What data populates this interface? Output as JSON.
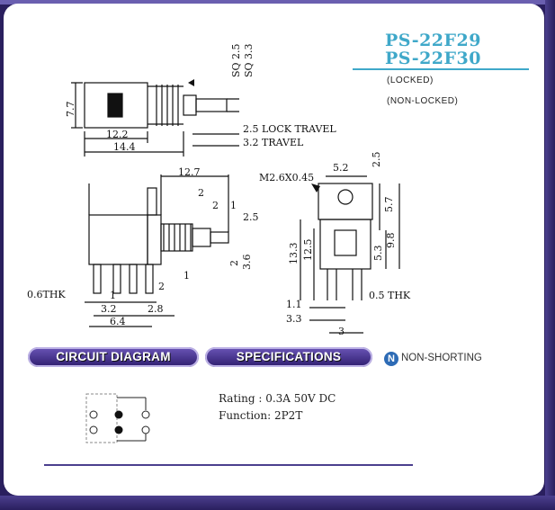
{
  "header": {
    "model_locked": "PS-22F29",
    "model_nonlocked": "PS-22F30",
    "locked_label": "(LOCKED)",
    "nonlocked_label": "(NON-LOCKED)"
  },
  "top_drawing": {
    "sq_small": "SQ 2.5",
    "sq_large": "SQ 3.3",
    "height": "7.7",
    "width_inner": "12.2",
    "width_outer": "14.4",
    "lock_travel": "2.5 LOCK TRAVEL",
    "travel": "3.2 TRAVEL"
  },
  "side_drawing": {
    "length": "12.7",
    "d2": "2",
    "d2b": "2",
    "d1": "1",
    "d25": "2.5",
    "d2c": "2",
    "d36": "3.6",
    "d1b": "1",
    "d2d": "2",
    "thk": "0.6THK",
    "d1c": "1",
    "d32": "3.2",
    "d28": "2.8",
    "d64": "6.4"
  },
  "end_drawing": {
    "thread": "M2.6X0.45",
    "d52": "5.2",
    "d25": "2.5",
    "d57": "5.7",
    "d133": "13.3",
    "d125": "12.5",
    "d53": "5.3",
    "d98": "9.8",
    "d11": "1.1",
    "thk": "0.5 THK",
    "d33": "3.3",
    "d3": "3"
  },
  "sections": {
    "circuit": "CIRCUIT DIAGRAM",
    "specs": "SPECIFICATIONS",
    "logo_letter": "N",
    "non_shorting": "NON-SHORTING"
  },
  "specifications": {
    "rating": "Rating : 0.3A 50V DC",
    "function": "Function: 2P2T"
  }
}
